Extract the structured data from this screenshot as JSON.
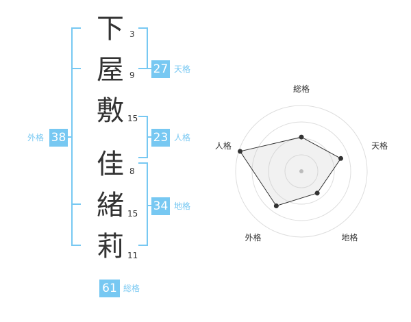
{
  "characters": [
    {
      "char": "下",
      "strokes": "3"
    },
    {
      "char": "屋",
      "strokes": "9"
    },
    {
      "char": "敷",
      "strokes": "15"
    },
    {
      "char": "佳",
      "strokes": "8"
    },
    {
      "char": "緒",
      "strokes": "15"
    },
    {
      "char": "莉",
      "strokes": "11"
    }
  ],
  "fortunes": {
    "tenkaku": {
      "value": "27",
      "label": "天格"
    },
    "jinkaku": {
      "value": "23",
      "label": "人格"
    },
    "chikaku": {
      "value": "34",
      "label": "地格"
    },
    "gaikaku": {
      "value": "38",
      "label": "外格"
    },
    "soukaku": {
      "value": "61",
      "label": "総格"
    }
  },
  "colors": {
    "accent": "#77c8f2",
    "text": "#333333",
    "radar_fill": "#f2f2f2",
    "rings": "#dddddd"
  },
  "chart_data": {
    "type": "radar",
    "axes": [
      "総格",
      "天格",
      "地格",
      "外格",
      "人格"
    ],
    "values": [
      0.52,
      0.63,
      0.41,
      0.65,
      0.98
    ],
    "range": [
      0,
      1
    ],
    "rings": 4
  }
}
